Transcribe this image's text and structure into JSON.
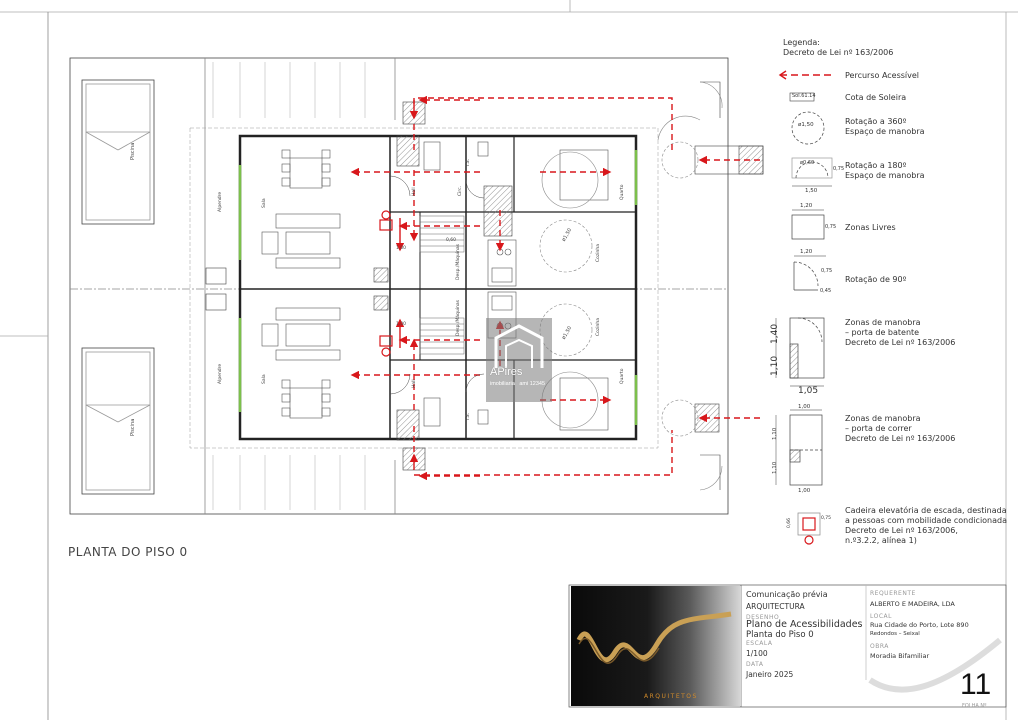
{
  "legend": {
    "title": "Legenda:",
    "decree": "Decreto de Lei nº 163/2006",
    "items": [
      {
        "label": "Percurso Acessível"
      },
      {
        "label": "Cota de Soleira",
        "tag": "Sol.61.14"
      },
      {
        "label": "Rotação a 360º",
        "label2": "Espaço de manobra",
        "dim": "ø1,50"
      },
      {
        "label": "Rotação a 180º",
        "label2": "Espaço de manobra",
        "dim": "1,50",
        "dim2": "0,75",
        "dim3": "ø0,60"
      },
      {
        "label": "Zonas Livres",
        "dim": "1,20",
        "dim2": "0,75"
      },
      {
        "label": "Rotação de 90º",
        "dim": "1,20",
        "dim2": "0,75",
        "dim3": "0,45"
      },
      {
        "label": "Zonas de manobra",
        "label2": "– porta de batente",
        "label3": "Decreto de Lei nº 163/2006",
        "dim": "1,40",
        "dim2": "1,10",
        "dim3": "1,05"
      },
      {
        "label": "Zonas de manobra",
        "label2": "– porta de correr",
        "label3": "Decreto de Lei nº 163/2006",
        "dim": "1,00",
        "dim2": "1,10",
        "dim3": "1,10",
        "dim4": "1,00"
      },
      {
        "label": "Cadeira elevatória de escada, destinada",
        "label2": "a pessoas com mobilidade condicionada",
        "label3": "Decreto de Lei nº 163/2006,",
        "label4": "n.º3.2.2, alínea 1)",
        "dim": "0,66",
        "dim2": "0,75"
      }
    ]
  },
  "plan": {
    "title": "PLANTA DO PISO 0",
    "rooms": {
      "piscina": "Piscina",
      "alpendre": "Alpendre",
      "sala": "Sala",
      "quarto": "Quarto",
      "cozinha": "Cozinha",
      "desp": "Desp./Máquinas",
      "is": "I.S.",
      "hall": "Hall",
      "circ": "Circ."
    },
    "dims": {
      "rot": "ø1,50",
      "door": "1.00",
      "d060": "0,60"
    }
  },
  "watermark": {
    "name": "APires",
    "sub": "imobiliaria",
    "sub2": "ami 12345"
  },
  "titleblock": {
    "type_label": "Comunicação prévia",
    "discipline": "ARQUITECTURA",
    "drawing_label": "DESENHO",
    "drawing": "Plano de Acessibilidades",
    "drawing2": "Planta do Piso 0",
    "scale_label": "ESCALA",
    "scale": "1/100",
    "date_label": "DATA",
    "date": "Janeiro 2025",
    "requester_label": "REQUERENTE",
    "requester": "ALBERTO E MADEIRA, LDA",
    "local_label": "LOCAL",
    "local": "Rua Cidade do Porto, Lote 890",
    "local2": "Redondos – Seixal",
    "work_label": "OBRA",
    "work": "Moradia Bifamiliar",
    "logo_word": "ARQUITETOS",
    "sheet_label": "FOLHA Nº",
    "sheet": "11"
  },
  "colors": {
    "route": "#d8171b",
    "line": "#222222",
    "hatch": "#9a9a9a",
    "glass": "#7cc04b"
  }
}
